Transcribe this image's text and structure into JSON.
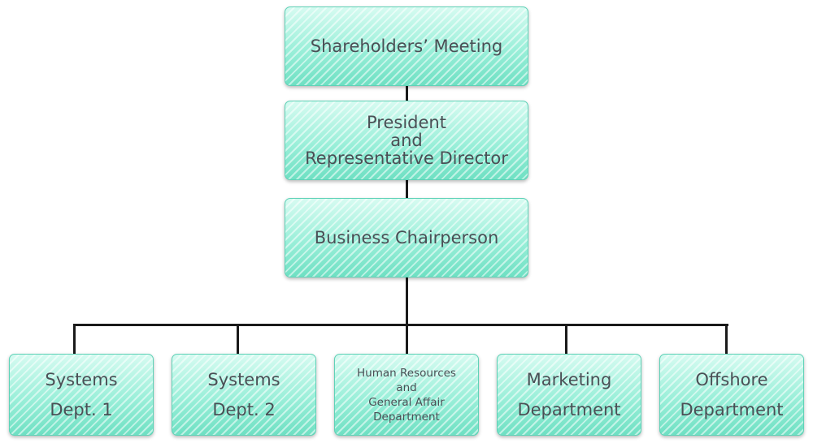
{
  "nodes": {
    "shareholders": {
      "lines": [
        "Shareholders’ Meeting"
      ]
    },
    "president": {
      "lines": [
        "President",
        "and",
        "Representative Director"
      ]
    },
    "chairperson": {
      "lines": [
        "Business Chairperson"
      ]
    },
    "systems1": {
      "lines": [
        "Systems",
        "Dept. 1"
      ]
    },
    "systems2": {
      "lines": [
        "Systems",
        "Dept. 2"
      ]
    },
    "hr": {
      "lines": [
        "Human Resources",
        "and",
        "General Affair",
        "Department"
      ]
    },
    "marketing": {
      "lines": [
        "Marketing",
        "Department"
      ]
    },
    "offshore": {
      "lines": [
        "Offshore",
        "Department"
      ]
    }
  }
}
